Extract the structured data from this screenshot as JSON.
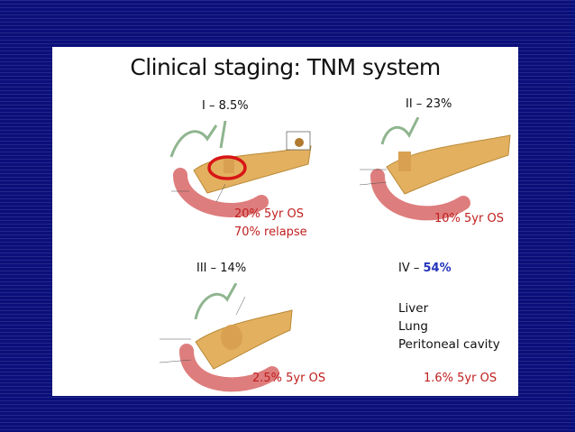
{
  "slide": {
    "title": "Clinical staging: TNM system",
    "stages": [
      {
        "numeral": "I",
        "sep": " – ",
        "pct": "8.5%",
        "os": "20% 5yr OS",
        "relapse": "70% relapse"
      },
      {
        "numeral": "II",
        "sep": " – ",
        "pct": "23%",
        "os": "10% 5yr OS"
      },
      {
        "numeral": "III",
        "sep": " – ",
        "pct": "14%",
        "os": "2.5% 5yr OS"
      },
      {
        "numeral": "IV",
        "sep": " – ",
        "pct": "54%",
        "os": "1.6% 5yr OS",
        "sites": [
          "Liver",
          "Lung",
          "Peritoneal cavity"
        ]
      }
    ]
  },
  "colors": {
    "background": "#0a0f7a",
    "os_text": "#c01e1e",
    "highlight_pct": "#2233bb",
    "pancreas": "#e3b060",
    "duodenum": "#de7d7d",
    "tumor_ring": "#d81515"
  }
}
